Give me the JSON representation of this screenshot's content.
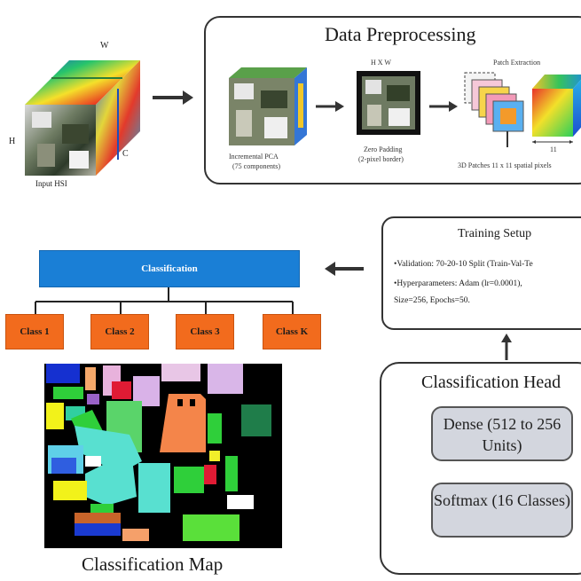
{
  "input": {
    "label": "Input HSI",
    "dim_w": "W",
    "dim_h": "H",
    "dim_c": "C"
  },
  "preprocessing": {
    "title": "Data Preprocessing",
    "pca_label_1": "Incremental PCA",
    "pca_label_2": "(75 components)",
    "hxw": "H X W",
    "padding_label_1": "Zero Padding",
    "padding_label_2": "(2-pixel border)",
    "patch_title": "Patch Extraction",
    "patch_caption": "3D Patches 11 x 11 spatial pixels",
    "patch_dim": "11"
  },
  "training": {
    "title": "Training Setup",
    "line1": "•Validation: 70-20-10 Split (Train-Val-Te",
    "line2": "•Hyperparameters: Adam (lr=0.0001),",
    "line3": "Size=256, Epochs=50."
  },
  "head": {
    "title": "Classification Head",
    "dense": "Dense (512 to 256 Units)",
    "softmax": "Softmax (16 Classes)"
  },
  "classification": {
    "title": "Classification",
    "classes": [
      "Class 1",
      "Class 2",
      "Class 3",
      "Class K"
    ]
  },
  "map": {
    "caption": "Classification Map"
  },
  "colors": {
    "classification_blue": "#1a7fd6",
    "class_orange": "#f26b1d",
    "gray_box": "#d3d6de"
  }
}
